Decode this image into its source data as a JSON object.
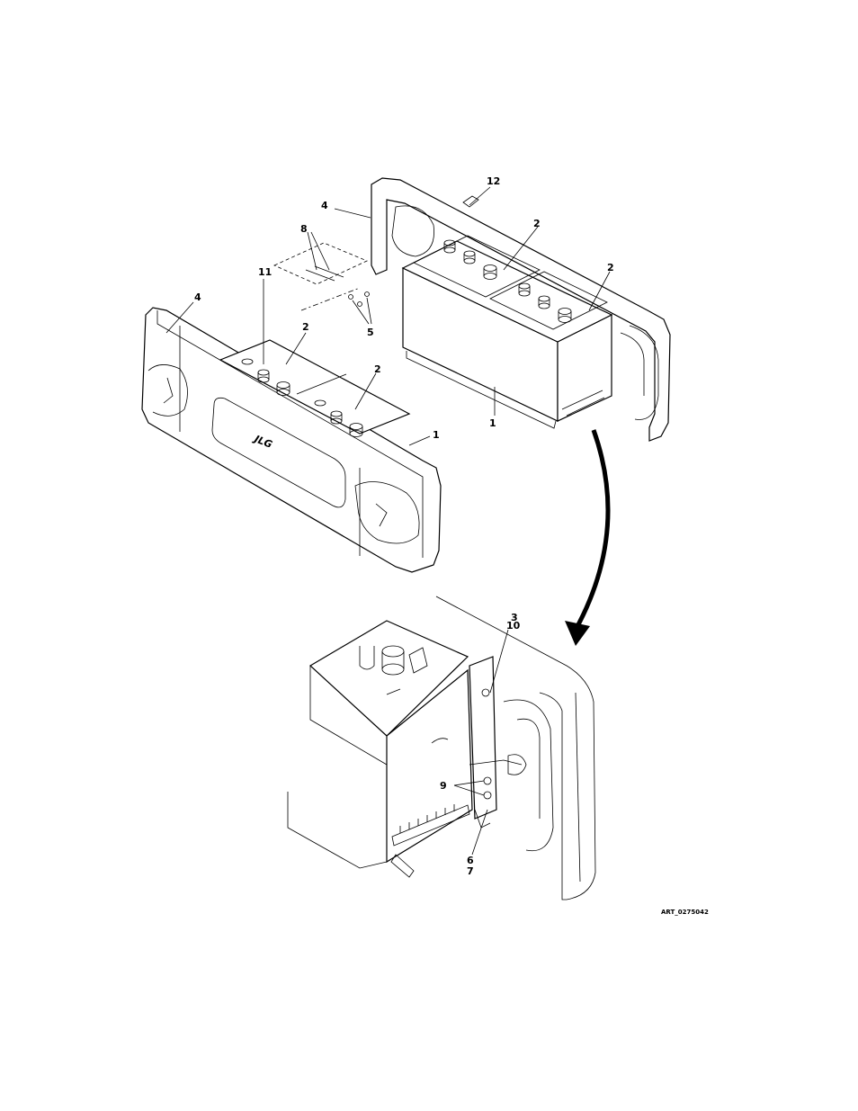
{
  "callouts": {
    "c12": "12",
    "c4_top": "4",
    "c8": "8",
    "c2_a": "2",
    "c2_b": "2",
    "c11": "11",
    "c4_left": "4",
    "c5": "5",
    "c2_c": "2",
    "c2_d": "2",
    "c1_right": "1",
    "c1_left": "1",
    "c3": "3",
    "c10": "10",
    "c9": "9",
    "c6": "6",
    "c7": "7"
  },
  "logo_text": "JLG",
  "art_id": "ART_0275042"
}
